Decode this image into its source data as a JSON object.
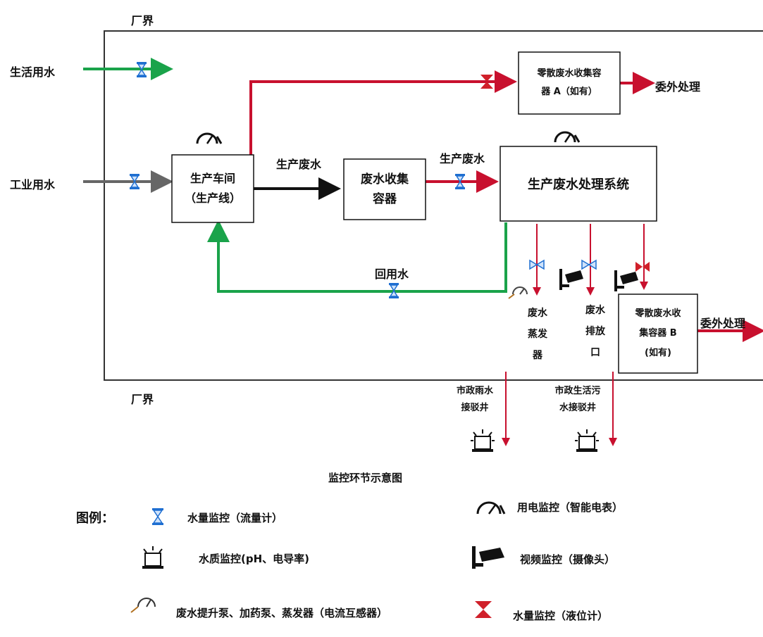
{
  "boundary": {
    "top_label": "厂界",
    "bottom_label": "厂界"
  },
  "inputs": {
    "domestic_water": "生活用水",
    "industrial_water": "工业用水"
  },
  "boxes": {
    "workshop": [
      "生产车间",
      "（生产线）"
    ],
    "collector": [
      "废水收集",
      "容器"
    ],
    "treatment": "生产废水处理系统",
    "scattered_a": [
      "零散废水收集容",
      "器 A（如有）"
    ],
    "scattered_b": [
      "零散废水收",
      "集容器 B",
      "(如有)"
    ]
  },
  "flows": {
    "wastewater_1": "生产废水",
    "wastewater_2": "生产废水",
    "reuse": "回用水",
    "outsource_a": "委外处理",
    "outsource_b": "委外处理"
  },
  "outlets": {
    "evaporator": [
      "废水",
      "蒸发",
      "器"
    ],
    "discharge": [
      "废水",
      "排放",
      "口"
    ],
    "rain_well": [
      "市政雨水",
      "接驳井"
    ],
    "sewage_well": [
      "市政生活污",
      "水接驳井"
    ]
  },
  "caption": "监控环节示意图",
  "legend": {
    "title": "图例：",
    "flow_meter": "水量监控（流量计）",
    "quality": "水质监控(pH、电导率)",
    "pumps": "废水提升泵、加药泵、蒸发器（电流互感器）",
    "power": "用电监控（智能电表）",
    "video": "视频监控（摄像头）",
    "level": "水量监控（液位计）"
  },
  "colors": {
    "red": "#c8102e",
    "green": "#1aa34a",
    "gray": "#666666",
    "black": "#111111",
    "flow_meter_blue": "#1f6fd1"
  }
}
